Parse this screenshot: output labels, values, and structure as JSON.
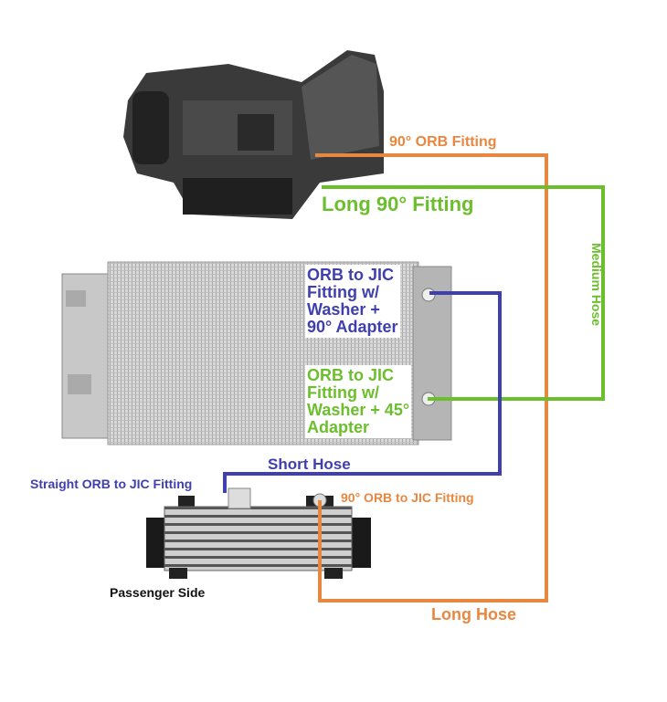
{
  "colors": {
    "orange": "#e8873f",
    "green": "#6cbf2c",
    "blue": "#3f3fae",
    "black": "#111111"
  },
  "labels": {
    "orb90": "90° ORB Fitting",
    "long90": "Long 90° Fitting",
    "medium_hose": "Medium Hose",
    "upper_fitting": [
      "ORB to JIC",
      "Fitting w/",
      "Washer  +",
      "90° Adapter"
    ],
    "lower_fitting": [
      "ORB to JIC",
      "Fitting w/",
      "Washer + 45°",
      "Adapter"
    ],
    "short_hose": "Short Hose",
    "straight_fitting": "Straight ORB to JIC Fitting",
    "cooler_fitting": "90° ORB to JIC Fitting",
    "passenger_side": "Passenger  Side",
    "long_hose": "Long Hose"
  }
}
